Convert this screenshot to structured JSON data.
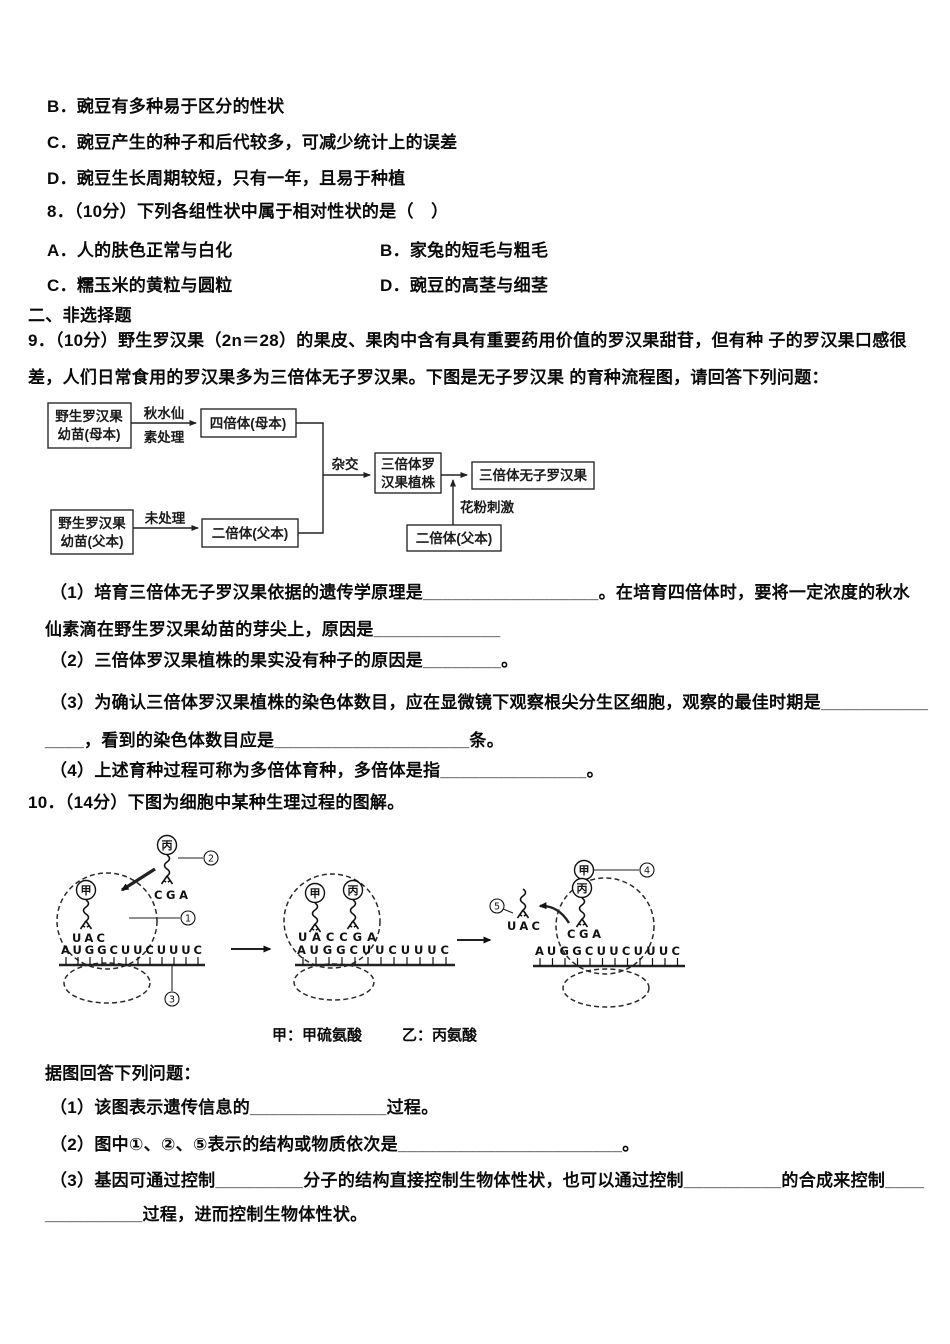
{
  "lines": {
    "q7b": "B．豌豆有多种易于区分的性状",
    "q7c": "C．豌豆产生的种子和后代较多，可减少统计上的误差",
    "q7d": "D．豌豆生长周期较短，只有一年，且易于种植",
    "q8_stem": "8．（10分）下列各组性状中属于相对性状的是（　）",
    "q8_a": "A．人的肤色正常与白化",
    "q8_b": "B．家兔的短毛与粗毛",
    "q8_c": "C．糯玉米的黄粒与圆粒",
    "q8_d": "D．豌豆的高茎与细茎",
    "section2": "二、非选择题",
    "q9_line1": "9．（10分）野生罗汉果（2n＝28）的果皮、果肉中含有具有重要药用价值的罗汉果甜苷，但有种 子的罗汉果口感很",
    "q9_line2": "差，人们日常食用的罗汉果多为三倍体无子罗汉果。下图是无子罗汉果 的育种流程图，请回答下列问题：",
    "q9_1a": "（1）培育三倍体无子罗汉果依据的遗传学原理是__________________。在培育四倍体时，要将一定浓度的秋水",
    "q9_1b": "仙素滴在野生罗汉果幼苗的芽尖上，原因是_____________",
    "q9_2": "（2）三倍体罗汉果植株的果实没有种子的原因是________。",
    "q9_3a": "（3）为确认三倍体罗汉果植株的染色体数目，应在显微镜下观察根尖分生区细胞，观察的最佳时期是___________",
    "q9_3b": "____，看到的染色体数目应是____________________条。",
    "q9_4": "（4）上述育种过程可称为多倍体育种，多倍体是指_______________。",
    "q10_stem": "10．（14分）下图为细胞中某种生理过程的图解。",
    "q10_intro": "据图回答下列问题：",
    "q10_1": "（1）该图表示遗传信息的______________过程。",
    "q10_2": "（2）图中①、②、⑤表示的结构或物质依次是_______________________。",
    "q10_3a": "（3）基因可通过控制_________分子的结构直接控制生物体性状，也可以通过控制__________的合成来控制____",
    "q10_3b": "__________过程，进而控制生物体性状。"
  },
  "flowchart": {
    "box_mother_line1": "野生罗汉果",
    "box_mother_line2": "幼苗(母本)",
    "label_colchicine_line1": "秋水仙",
    "label_colchicine_line2": "素处理",
    "box_tetraploid": "四倍体(母本)",
    "box_father_line1": "野生罗汉果",
    "box_father_line2": "幼苗(父本)",
    "label_untreated": "未处理",
    "box_diploid": "二倍体(父本)",
    "label_cross": "杂交",
    "box_triploid_line1": "三倍体罗",
    "box_triploid_line2": "汉果植株",
    "box_seedless": "三倍体无子罗汉果",
    "label_pollen": "花粉刺激",
    "box_diploid2": "二倍体(父本)"
  },
  "translation": {
    "mrna": "AUGGCUUCUUUC",
    "anticodon_uac": "UAC",
    "anticodon_cga": "CGA",
    "anticodon_pair": "UACCGA",
    "amino_jia": "甲",
    "amino_bing": "丙",
    "marker_1": "1",
    "marker_2": "2",
    "marker_3": "3",
    "marker_4": "4",
    "marker_5": "5",
    "caption_jia": "甲：甲硫氨酸",
    "caption_yi": "乙：丙氨酸"
  }
}
